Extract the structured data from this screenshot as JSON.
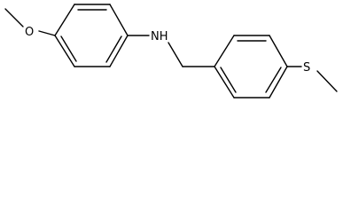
{
  "molecule": {
    "atoms": {
      "methoxy_oxygen": "O",
      "amine": "NH",
      "thioether_sulfur": "S"
    }
  }
}
